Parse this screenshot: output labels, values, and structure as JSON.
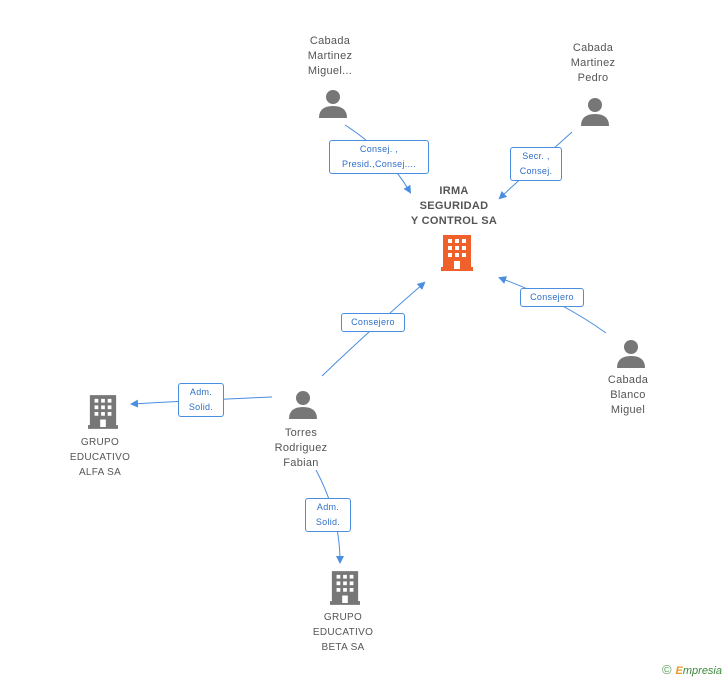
{
  "colors": {
    "edge": "#4a8ee0",
    "person": "#777777",
    "company": "#777777",
    "main_company": "#f0602a"
  },
  "nodes": {
    "main": [
      "IRMA",
      "SEGURIDAD",
      "Y CONTROL SA"
    ],
    "p1": [
      "Cabada",
      "Martinez",
      "Miguel..."
    ],
    "p2": [
      "Cabada",
      "Martinez",
      "Pedro"
    ],
    "p3": [
      "Cabada",
      "Blanco",
      "Miguel"
    ],
    "p4": [
      "Torres",
      "Rodriguez",
      "Fabian"
    ],
    "c1": [
      "GRUPO",
      "EDUCATIVO",
      "ALFA SA"
    ],
    "c2": [
      "GRUPO",
      "EDUCATIVO",
      "BETA SA"
    ]
  },
  "edges": {
    "e1": [
      "Consej. ,",
      "Presid.,Consej...."
    ],
    "e2": [
      "Secr. ,",
      "Consej."
    ],
    "e3": [
      "Consejero"
    ],
    "e4": [
      "Consejero"
    ],
    "e5": [
      "Adm.",
      "Solid."
    ],
    "e6": [
      "Adm.",
      "Solid."
    ]
  },
  "footer": {
    "copyright": "©",
    "brand_initial": "E",
    "brand_rest": "mpresia"
  }
}
